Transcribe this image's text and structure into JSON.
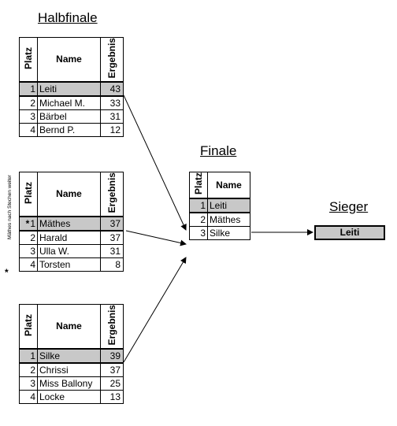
{
  "titles": {
    "halbfinale": "Halbfinale",
    "finale": "Finale",
    "sieger": "Sieger"
  },
  "headers": {
    "platz": "Platz",
    "name": "Name",
    "ergebnis": "Ergebnis"
  },
  "semifinals": [
    {
      "rows": [
        {
          "platz": "1",
          "name": "Leiti",
          "ergebnis": "43"
        },
        {
          "platz": "2",
          "name": "Michael M.",
          "ergebnis": "33"
        },
        {
          "platz": "3",
          "name": "Bärbel",
          "ergebnis": "31"
        },
        {
          "platz": "4",
          "name": "Bernd P.",
          "ergebnis": "12"
        }
      ]
    },
    {
      "rows": [
        {
          "platz": "1",
          "marker": "*",
          "name": "Mäthes",
          "ergebnis": "37"
        },
        {
          "platz": "2",
          "name": "Harald",
          "ergebnis": "37"
        },
        {
          "platz": "3",
          "name": "Ulla W.",
          "ergebnis": "31"
        },
        {
          "platz": "4",
          "name": "Torsten",
          "ergebnis": "8"
        }
      ]
    },
    {
      "rows": [
        {
          "platz": "1",
          "name": "Silke",
          "ergebnis": "39"
        },
        {
          "platz": "2",
          "name": "Chrissi",
          "ergebnis": "37"
        },
        {
          "platz": "3",
          "name": "Miss Ballony",
          "ergebnis": "25"
        },
        {
          "platz": "4",
          "name": "Locke",
          "ergebnis": "13"
        }
      ]
    }
  ],
  "final": {
    "rows": [
      {
        "platz": "1",
        "name": "Leiti"
      },
      {
        "platz": "2",
        "name": "Mäthes"
      },
      {
        "platz": "3",
        "name": "Silke"
      }
    ]
  },
  "winner": "Leiti",
  "footnote": {
    "marker": "*",
    "text": "Mäthes nach Stechen weiter"
  }
}
